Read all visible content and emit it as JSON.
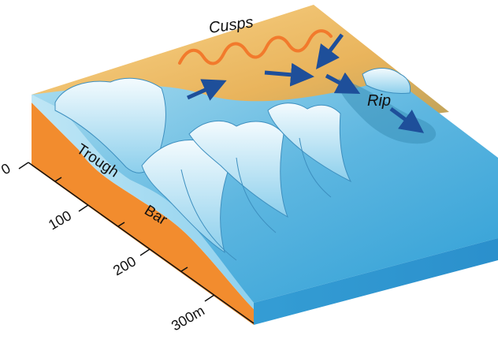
{
  "labels": {
    "cusps": "Cusps",
    "rip": "Rip",
    "trough": "Trough",
    "bar": "Bar"
  },
  "scale_ticks": [
    "0",
    "100",
    "200",
    "300m"
  ],
  "colors": {
    "sand": "#f7c879",
    "wet_sand": "#d9a448",
    "seabed": "#f28c2e",
    "water_light": "#c9e8f4",
    "water": "#6cc0e2",
    "water_deep": "#2f9fd6",
    "water_side": "#2f98d4",
    "current_arrow": "#1e4f9a",
    "cusp_line": "#f27a2c"
  }
}
